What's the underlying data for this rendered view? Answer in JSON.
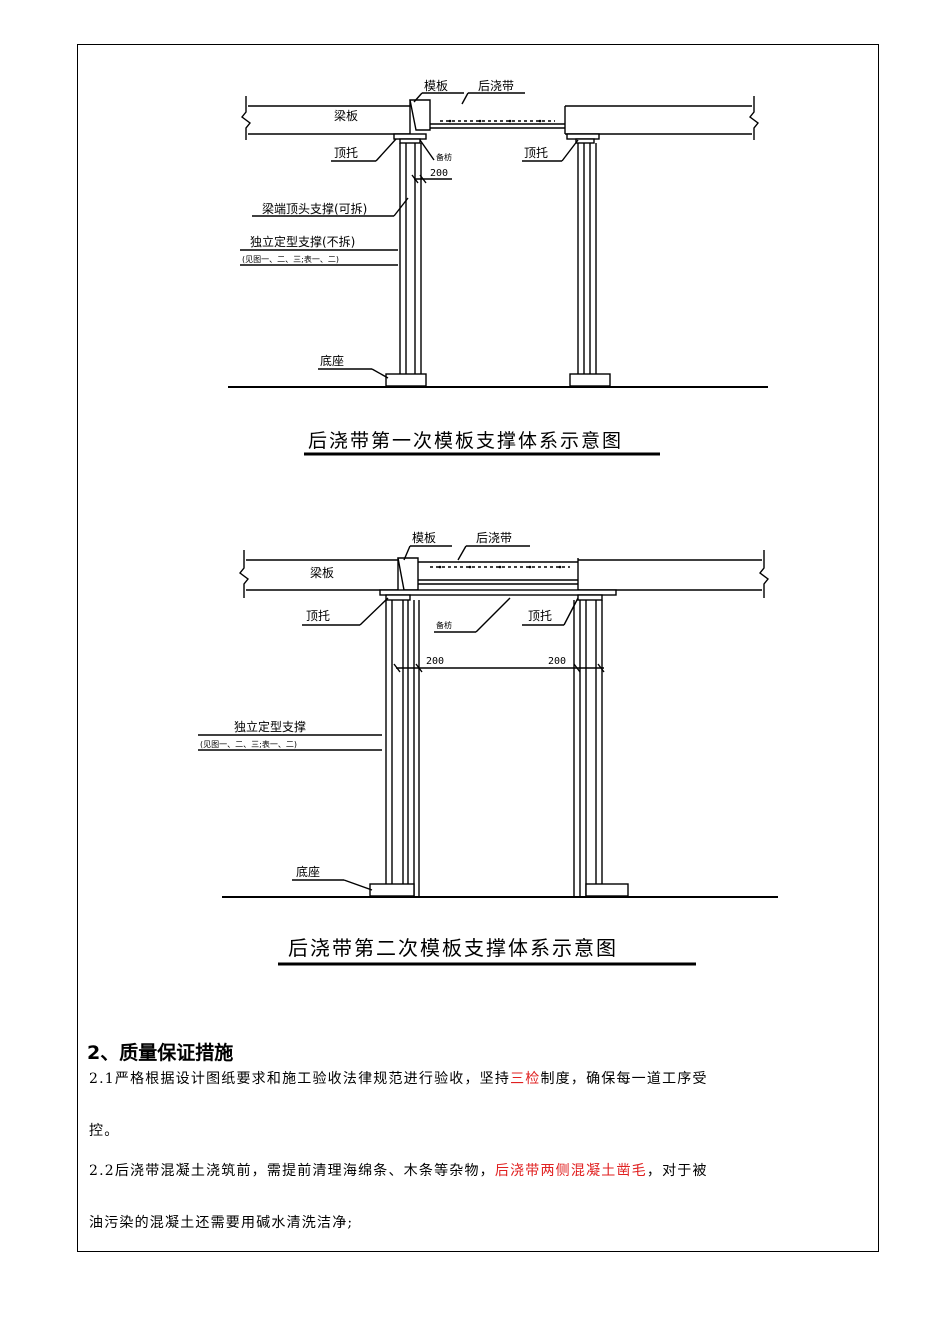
{
  "figure1": {
    "labels": {
      "formwork": "模板",
      "post_cast_strip": "后浇带",
      "beam_slab": "梁板",
      "top_bracket": "顶托",
      "top_bracket_right": "顶托",
      "backing_bar": "备枋",
      "dim_200": "200",
      "beam_end_support": "梁端顶头支撑(可拆)",
      "independent_support": "独立定型支撑(不拆)",
      "see_figures": "(见图一、二、三;表一、二)",
      "base": "底座"
    },
    "caption": "后浇带第一次模板支撑体系示意图"
  },
  "figure2": {
    "labels": {
      "formwork": "模板",
      "post_cast_strip": "后浇带",
      "beam_slab": "梁板",
      "top_bracket_left": "顶托",
      "top_bracket_right": "顶托",
      "backing_bar": "备枋",
      "dim_200_left": "200",
      "dim_200_right": "200",
      "independent_support": "独立定型支撑",
      "see_figures": "(见图一、二、三;表一、二)",
      "base": "底座"
    },
    "caption": "后浇带第二次模板支撑体系示意图"
  },
  "section": {
    "title": "2、质量保证措施",
    "p1_pre": "2.1严格根据设计图纸要求和施工验收法律规范进行验收，坚持",
    "p1_red": "三检",
    "p1_post": "制度，确保每一道工序受",
    "p1_tail": "控。",
    "p2_pre": "2.2后浇带混凝土浇筑前，需提前清理海绵条、木条等杂物，",
    "p2_red": "后浇带两侧混凝土凿毛",
    "p2_post": "，对于被",
    "p2_tail": "油污染的混凝土还需要用碱水清洗洁净;"
  },
  "colors": {
    "highlight": "#e02020",
    "ink": "#000000"
  }
}
